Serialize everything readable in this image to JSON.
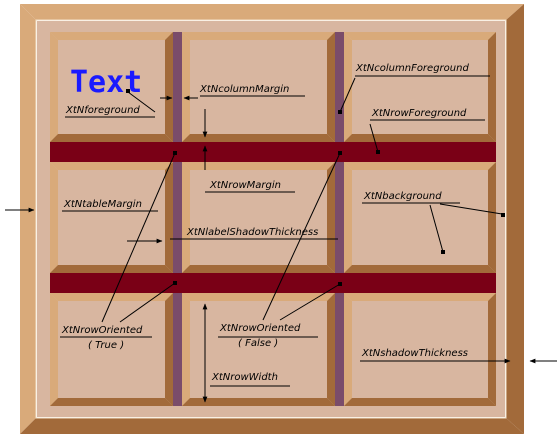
{
  "colors": {
    "frame_light": "#d9aa7a",
    "frame_dark": "#a26a3a",
    "inner_bg": "#d8b6a0",
    "cell_face": "#d8b6a0",
    "column_separator": "#7a4c6a",
    "row_separator": "#7a0016",
    "text_blue": "#1a1aff"
  },
  "cell_text": "Text",
  "labels": {
    "foreground": "XtNforeground",
    "column_margin": "XtNcolumnMargin",
    "column_foreground": "XtNcolumnForeground",
    "row_foreground": "XtNrowForeground",
    "table_margin": "XtNtableMargin",
    "row_margin": "XtNrowMargin",
    "background": "XtNbackground",
    "label_shadow_thickness": "XtNlabelShadowThickness",
    "row_oriented_1": "XtNrowOriented",
    "row_oriented_1_value": "( True )",
    "row_oriented_2": "XtNrowOriented",
    "row_oriented_2_value": "( False )",
    "shadow_thickness": "XtNshadowThickness",
    "row_width": "XtNrowWidth"
  }
}
